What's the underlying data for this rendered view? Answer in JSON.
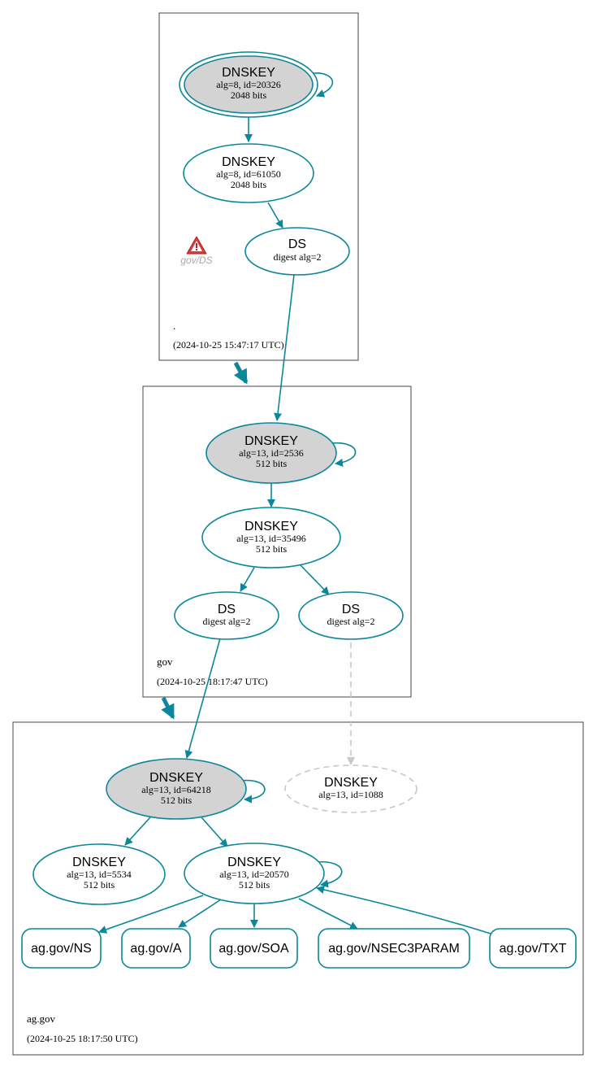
{
  "colors": {
    "edge": "#0a879a",
    "zone_border": "#444444",
    "trusted_fill": "#d3d3d3",
    "missing": "#c8c8c8",
    "warning": "#d93a3a"
  },
  "zones": {
    "root": {
      "name": ".",
      "timestamp": "(2024-10-25 15:47:17 UTC)"
    },
    "gov": {
      "name": "gov",
      "timestamp": "(2024-10-25 18:17:47 UTC)"
    },
    "ag_gov": {
      "name": "ag.gov",
      "timestamp": "(2024-10-25 18:17:50 UTC)"
    }
  },
  "nodes": {
    "root_ksk": {
      "title": "DNSKEY",
      "line1": "alg=8, id=20326",
      "line2": "2048 bits"
    },
    "root_zsk": {
      "title": "DNSKEY",
      "line1": "alg=8, id=61050",
      "line2": "2048 bits"
    },
    "root_ds": {
      "title": "DS",
      "line1": "digest alg=2"
    },
    "root_warning": {
      "icon": "warning-icon",
      "label": "gov/DS"
    },
    "gov_ksk": {
      "title": "DNSKEY",
      "line1": "alg=13, id=2536",
      "line2": "512 bits"
    },
    "gov_zsk": {
      "title": "DNSKEY",
      "line1": "alg=13, id=35496",
      "line2": "512 bits"
    },
    "gov_ds_a": {
      "title": "DS",
      "line1": "digest alg=2"
    },
    "gov_ds_b": {
      "title": "DS",
      "line1": "digest alg=2"
    },
    "ag_ksk": {
      "title": "DNSKEY",
      "line1": "alg=13, id=64218",
      "line2": "512 bits"
    },
    "ag_missing": {
      "title": "DNSKEY",
      "line1": "alg=13, id=1088"
    },
    "ag_key_5534": {
      "title": "DNSKEY",
      "line1": "alg=13, id=5534",
      "line2": "512 bits"
    },
    "ag_zsk": {
      "title": "DNSKEY",
      "line1": "alg=13, id=20570",
      "line2": "512 bits"
    }
  },
  "rrsets": [
    "ag.gov/NS",
    "ag.gov/A",
    "ag.gov/SOA",
    "ag.gov/NSEC3PARAM",
    "ag.gov/TXT"
  ]
}
